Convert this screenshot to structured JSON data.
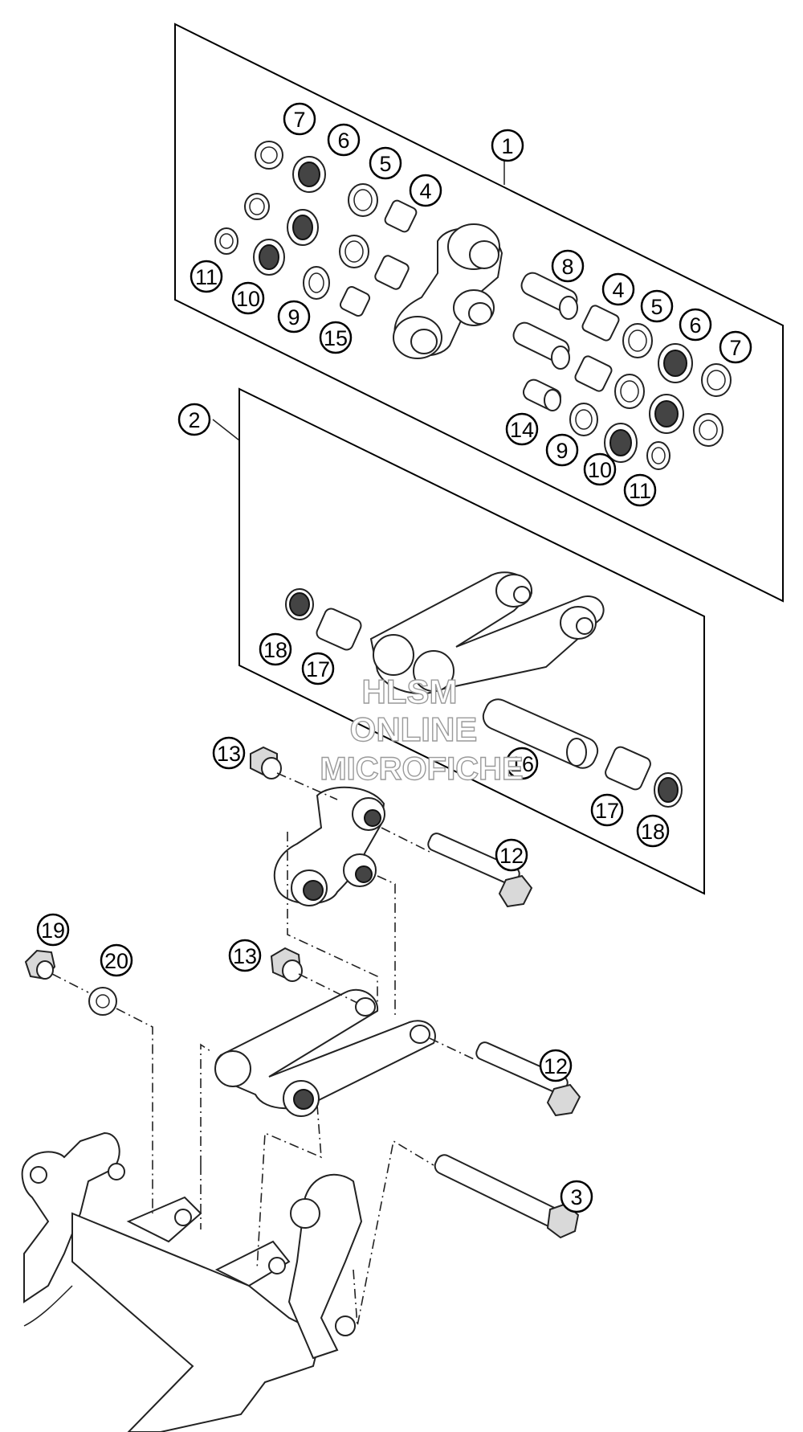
{
  "callouts": [
    {
      "id": "c1",
      "label": "1"
    },
    {
      "id": "c7a",
      "label": "7"
    },
    {
      "id": "c6a",
      "label": "6"
    },
    {
      "id": "c5a",
      "label": "5"
    },
    {
      "id": "c4a",
      "label": "4"
    },
    {
      "id": "c11a",
      "label": "11"
    },
    {
      "id": "c10a",
      "label": "10"
    },
    {
      "id": "c9a",
      "label": "9"
    },
    {
      "id": "c15",
      "label": "15"
    },
    {
      "id": "c8",
      "label": "8"
    },
    {
      "id": "c4b",
      "label": "4"
    },
    {
      "id": "c5b",
      "label": "5"
    },
    {
      "id": "c6b",
      "label": "6"
    },
    {
      "id": "c7b",
      "label": "7"
    },
    {
      "id": "c14",
      "label": "14"
    },
    {
      "id": "c9b",
      "label": "9"
    },
    {
      "id": "c10b",
      "label": "10"
    },
    {
      "id": "c11b",
      "label": "11"
    },
    {
      "id": "c2",
      "label": "2"
    },
    {
      "id": "c18a",
      "label": "18"
    },
    {
      "id": "c17a",
      "label": "17"
    },
    {
      "id": "c16",
      "label": "16"
    },
    {
      "id": "c17b",
      "label": "17"
    },
    {
      "id": "c18b",
      "label": "18"
    },
    {
      "id": "c13a",
      "label": "13"
    },
    {
      "id": "c12a",
      "label": "12"
    },
    {
      "id": "c19",
      "label": "19"
    },
    {
      "id": "c20",
      "label": "20"
    },
    {
      "id": "c13b",
      "label": "13"
    },
    {
      "id": "c12b",
      "label": "12"
    },
    {
      "id": "c3",
      "label": "3"
    }
  ],
  "watermark": {
    "line1": "HLSM",
    "line2": "ONLINE",
    "line3": "MICROFICHE"
  }
}
